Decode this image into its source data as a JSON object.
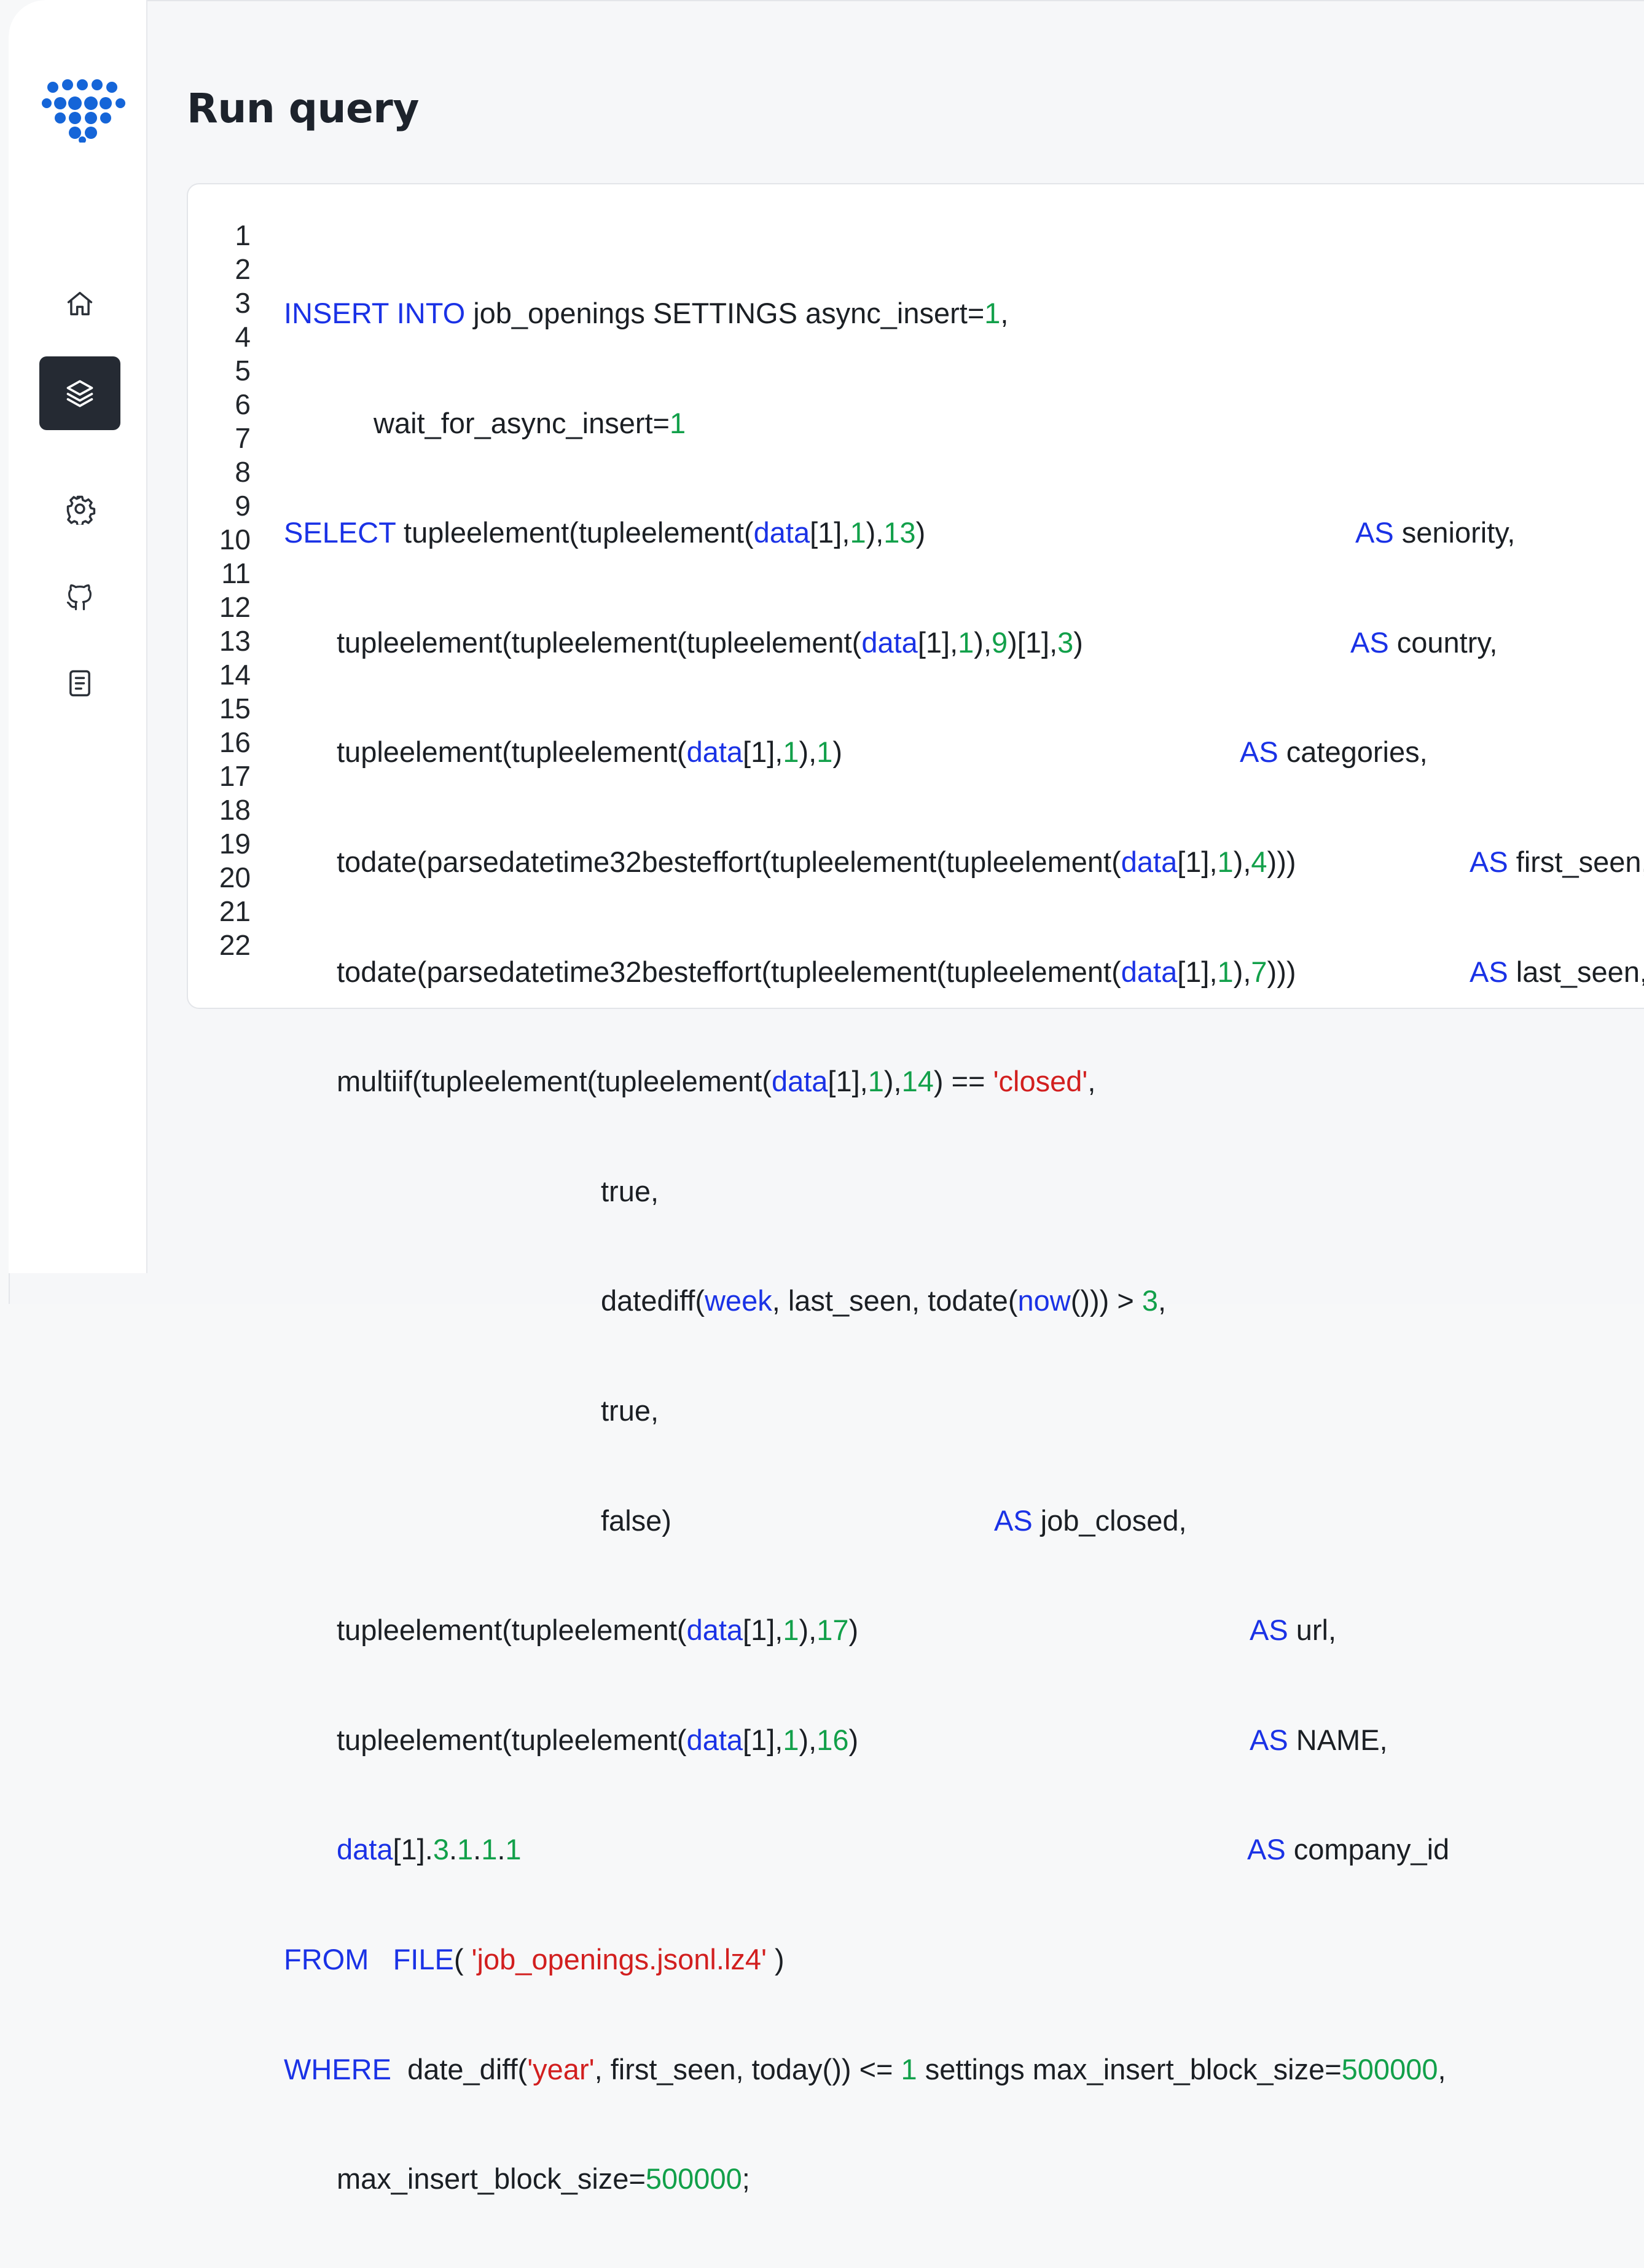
{
  "page": {
    "title": "Run query"
  },
  "sidebar": {
    "items": [
      {
        "name": "home",
        "icon": "home-icon",
        "active": false
      },
      {
        "name": "layers",
        "icon": "layers-icon",
        "active": true
      },
      {
        "name": "settings",
        "icon": "gear-icon",
        "active": false
      },
      {
        "name": "github",
        "icon": "github-icon",
        "active": false
      },
      {
        "name": "docs",
        "icon": "document-icon",
        "active": false
      }
    ],
    "logo": "dots-logo-icon"
  },
  "colors": {
    "keyword": "#1a32e6",
    "number": "#12a04a",
    "string": "#d21f1f",
    "bracket_orange": "#ef8a1b",
    "active_nav_bg": "#252a33",
    "logo": "#1565d8"
  },
  "editor": {
    "line_numbers": [
      "1",
      "2",
      "3",
      "4",
      "5",
      "6",
      "7",
      "8",
      "9",
      "10",
      "11",
      "12",
      "13",
      "14",
      "15",
      "16",
      "17",
      "18",
      "19",
      "20",
      "21",
      "22"
    ],
    "lines": [
      "INSERT INTO job_openings SETTINGS async_insert=1,",
      "wait_for_async_insert=1",
      "SELECT tupleelement(tupleelement(data[1],1),13)",
      "AS seniority,",
      "tupleelement(tupleelement(tupleelement(data[1],1),9)[1],3)",
      "AS country,",
      "tupleelement(tupleelement(data[1],1),1)",
      "AS categories,",
      "todate(parsedatetime32besteffort(tupleelement(tupleelement(data[1],1),4)))",
      "AS first_seen,",
      "todate(parsedatetime32besteffort(tupleelement(tupleelement(data[1],1),7)))",
      "AS last_seen,",
      "multiif(tupleelement(tupleelement(data[1],1),14) == 'closed',",
      "true,",
      "datediff(week, last_seen, todate(now())) > 3,",
      "true,",
      "false)",
      "AS job_closed,",
      "tupleelement(tupleelement(data[1],1),17)",
      "AS url,",
      "tupleelement(tupleelement(data[1],1),16)",
      "AS NAME,",
      "data[1].3.1.1.1",
      "AS company_id",
      "FROM   FILE( 'job_openings.jsonl.lz4' )",
      "WHERE  date_diff('year', first_seen, today()) <= 1 settings max_insert_block_size=500000,",
      "max_insert_block_size=500000;"
    ]
  }
}
